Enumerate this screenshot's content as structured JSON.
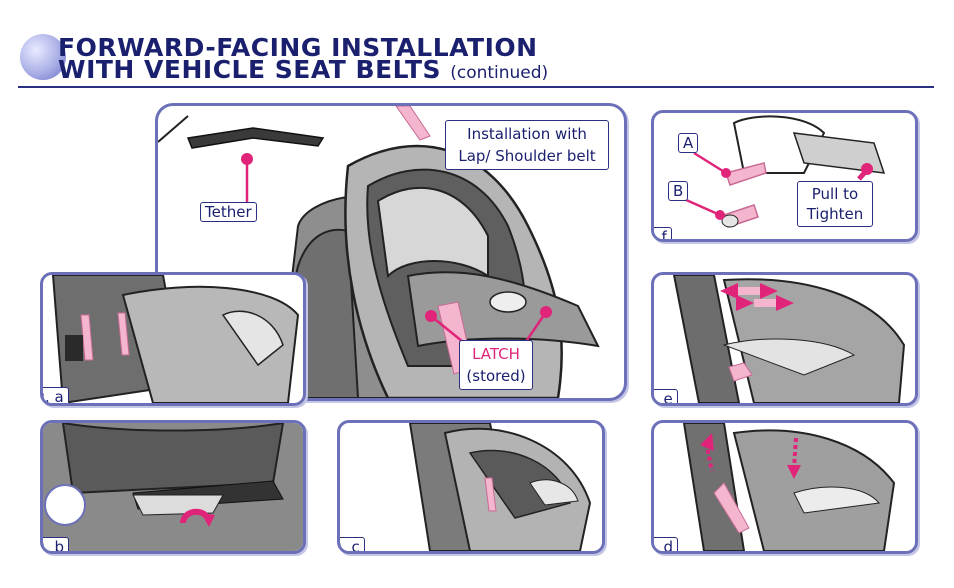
{
  "header": {
    "title_line1": "FORWARD-FACING INSTALLATION",
    "title_line2": "WITH VEHICLE SEAT BELTS",
    "title_suffix": "(continued)"
  },
  "main_panel": {
    "callout_install": "Installation with Lap/ Shoulder belt",
    "tether_label": "Tether",
    "latch_label": "LATCH",
    "latch_sub": "(stored)"
  },
  "figures": {
    "a": "fig. a",
    "b": "fig. b",
    "c": "fig. c",
    "d": "fig. d",
    "e": "fig. e",
    "f": "fig. f"
  },
  "fig_f": {
    "label_a": "A",
    "label_b": "B",
    "pull_label": "Pull to Tighten"
  },
  "colors": {
    "frame": "#6c70b8",
    "navy": "#1a1f6e",
    "accent_pink": "#e0247a",
    "strap_pink": "#f4b6cf"
  }
}
